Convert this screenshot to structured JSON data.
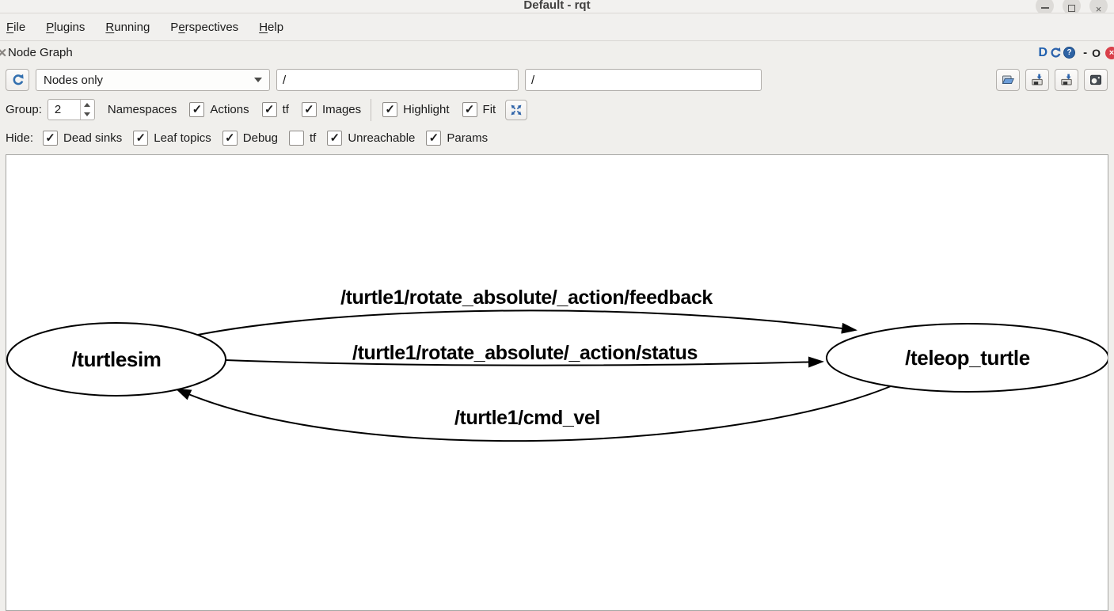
{
  "window": {
    "title": "Default - rqt",
    "controls": {
      "close_glyph": "×"
    }
  },
  "menu": {
    "items": [
      {
        "pre": "",
        "key": "F",
        "post": "ile"
      },
      {
        "pre": "",
        "key": "P",
        "post": "lugins"
      },
      {
        "pre": "",
        "key": "R",
        "post": "unning"
      },
      {
        "pre": "P",
        "key": "e",
        "post": "rspectives"
      },
      {
        "pre": "",
        "key": "H",
        "post": "elp"
      }
    ]
  },
  "dock": {
    "title": "Node Graph",
    "icons": {
      "d": "D",
      "help": "?",
      "minimize": "-",
      "float": "O",
      "close": "×"
    }
  },
  "toolbar": {
    "graph_type_selected": "Nodes only",
    "node_filter": "/",
    "topic_filter": "/",
    "icons": [
      "refresh-icon",
      "folder-open-icon",
      "save-dot-icon",
      "save-svg-icon",
      "save-image-icon"
    ]
  },
  "options": {
    "group_label": "Group:",
    "group_value": "2",
    "namespaces_label": "Namespaces",
    "actions": {
      "label": "Actions",
      "checked": true
    },
    "tf": {
      "label": "tf",
      "checked": true
    },
    "images": {
      "label": "Images",
      "checked": true
    },
    "highlight": {
      "label": "Highlight",
      "checked": true
    },
    "fit": {
      "label": "Fit",
      "checked": true
    }
  },
  "hide": {
    "label": "Hide:",
    "dead_sinks": {
      "label": "Dead sinks",
      "checked": true
    },
    "leaf_topics": {
      "label": "Leaf topics",
      "checked": true
    },
    "debug": {
      "label": "Debug",
      "checked": true
    },
    "tf": {
      "label": "tf",
      "checked": false
    },
    "unreachable": {
      "label": "Unreachable",
      "checked": true
    },
    "params": {
      "label": "Params",
      "checked": true
    }
  },
  "graph": {
    "nodes": [
      {
        "id": "turtlesim",
        "label": "/turtlesim"
      },
      {
        "id": "teleop_turtle",
        "label": "/teleop_turtle"
      }
    ],
    "edges": [
      {
        "from": "/turtlesim",
        "to": "/teleop_turtle",
        "label": "/turtle1/rotate_absolute/_action/feedback"
      },
      {
        "from": "/turtlesim",
        "to": "/teleop_turtle",
        "label": "/turtle1/rotate_absolute/_action/status"
      },
      {
        "from": "/teleop_turtle",
        "to": "/turtlesim",
        "label": "/turtle1/cmd_vel"
      }
    ]
  },
  "colors": {
    "icon_blue": "#3470af",
    "close_red": "#d9404a",
    "background": "#f0efec",
    "graph_stroke": "#000000"
  }
}
